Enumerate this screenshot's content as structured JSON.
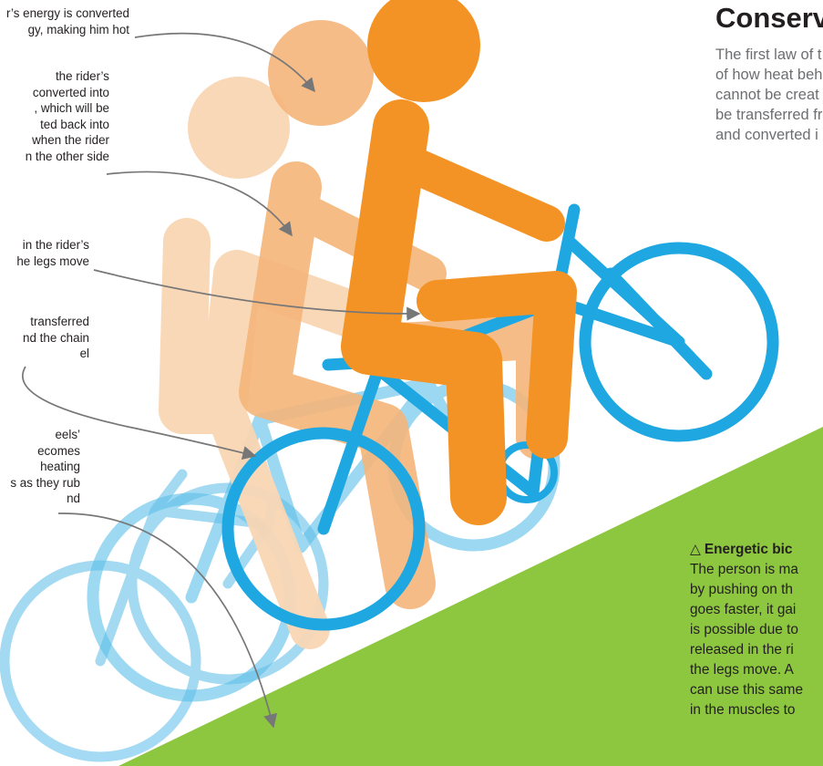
{
  "colors": {
    "orange": "#f39325",
    "orange_light": "#f5b57a",
    "orange_pale": "#f9d6b4",
    "blue": "#1ea7e1",
    "blue_light": "#8dd1f0",
    "green": "#8dc63f",
    "arrow": "#777777"
  },
  "title": "Conserva",
  "intro": [
    "The first law of t",
    "of how heat beh",
    "cannot be creat",
    "be transferred fr",
    "and converted i"
  ],
  "callouts": [
    {
      "id": "heat",
      "lines": [
        "r’s energy is converted",
        "gy, making him hot"
      ]
    },
    {
      "id": "potential",
      "lines": [
        "the rider’s",
        "converted into",
        ", which will be",
        "ted back into",
        "when the rider",
        "n the other side"
      ]
    },
    {
      "id": "muscles",
      "lines": [
        "in the rider’s",
        "he legs move"
      ]
    },
    {
      "id": "chain",
      "lines": [
        "transferred",
        "nd the chain",
        "el"
      ]
    },
    {
      "id": "friction",
      "lines": [
        "eels’",
        "ecomes",
        "heating",
        "s as they rub",
        "nd"
      ]
    }
  ],
  "caption": {
    "symbol": "△",
    "heading": "Energetic bic",
    "lines": [
      "The person is ma",
      "by pushing on th",
      "goes faster, it gai",
      "is possible due to",
      "released in the ri",
      "the legs move. A",
      "can use this same",
      "in the muscles to"
    ]
  }
}
